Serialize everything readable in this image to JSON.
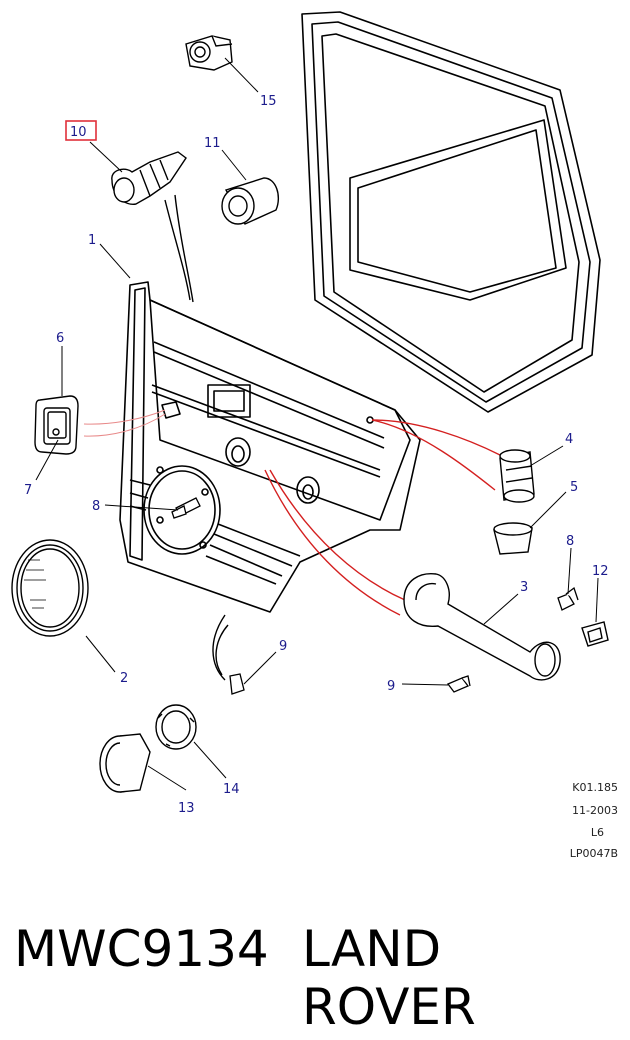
{
  "diagram": {
    "callouts": {
      "c1": "1",
      "c2": "2",
      "c3": "3",
      "c4": "4",
      "c5": "5",
      "c6": "6",
      "c7": "7",
      "c8a": "8",
      "c8b": "8",
      "c9a": "9",
      "c9b": "9",
      "c10": "10",
      "c11": "11",
      "c12": "12",
      "c13": "13",
      "c14": "14",
      "c15": "15"
    },
    "highlighted_callout": "10",
    "colors": {
      "callout_text": "#1c1c8c",
      "highlight_box": "#e0303a",
      "red_lines": "#d42020",
      "line_art": "#000000"
    }
  },
  "meta": {
    "ref": "K01.185",
    "date": "11-2003",
    "model": "L6",
    "code": "LP0047B"
  },
  "caption": {
    "part_number": "MWC9134",
    "brand": "LAND ROVER"
  }
}
